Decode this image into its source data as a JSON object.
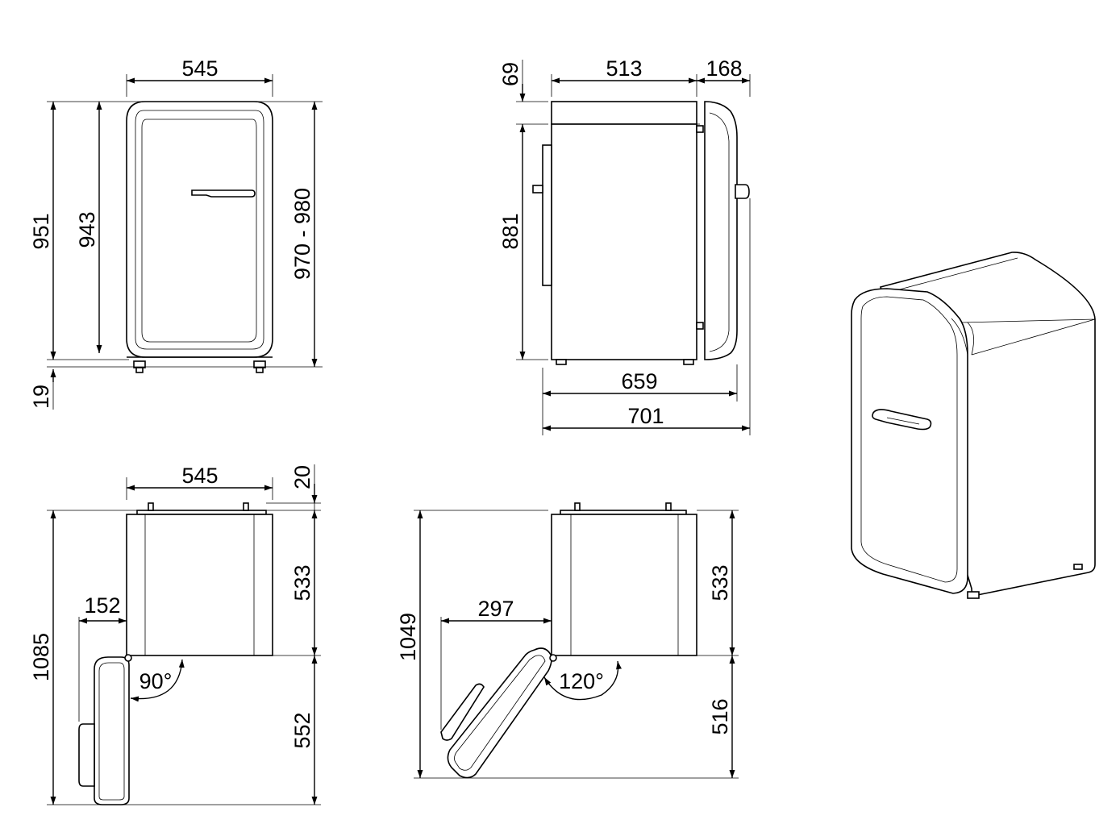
{
  "dimensions": {
    "front_width": "545",
    "front_height_total": "951",
    "front_height_body": "943",
    "front_height_adjustable": "970 - 980",
    "front_feet": "19",
    "side_top": "69",
    "side_depth": "513",
    "side_door": "168",
    "side_height": "881",
    "side_depth_659": "659",
    "side_depth_701": "701",
    "top90_width": "545",
    "top90_top": "20",
    "top90_depth": "533",
    "top90_offset": "152",
    "top90_total": "1085",
    "top90_door": "552",
    "top90_angle": "90°",
    "top120_offset": "297",
    "top120_total": "1049",
    "top120_depth": "533",
    "top120_door": "516",
    "top120_angle": "120°"
  }
}
